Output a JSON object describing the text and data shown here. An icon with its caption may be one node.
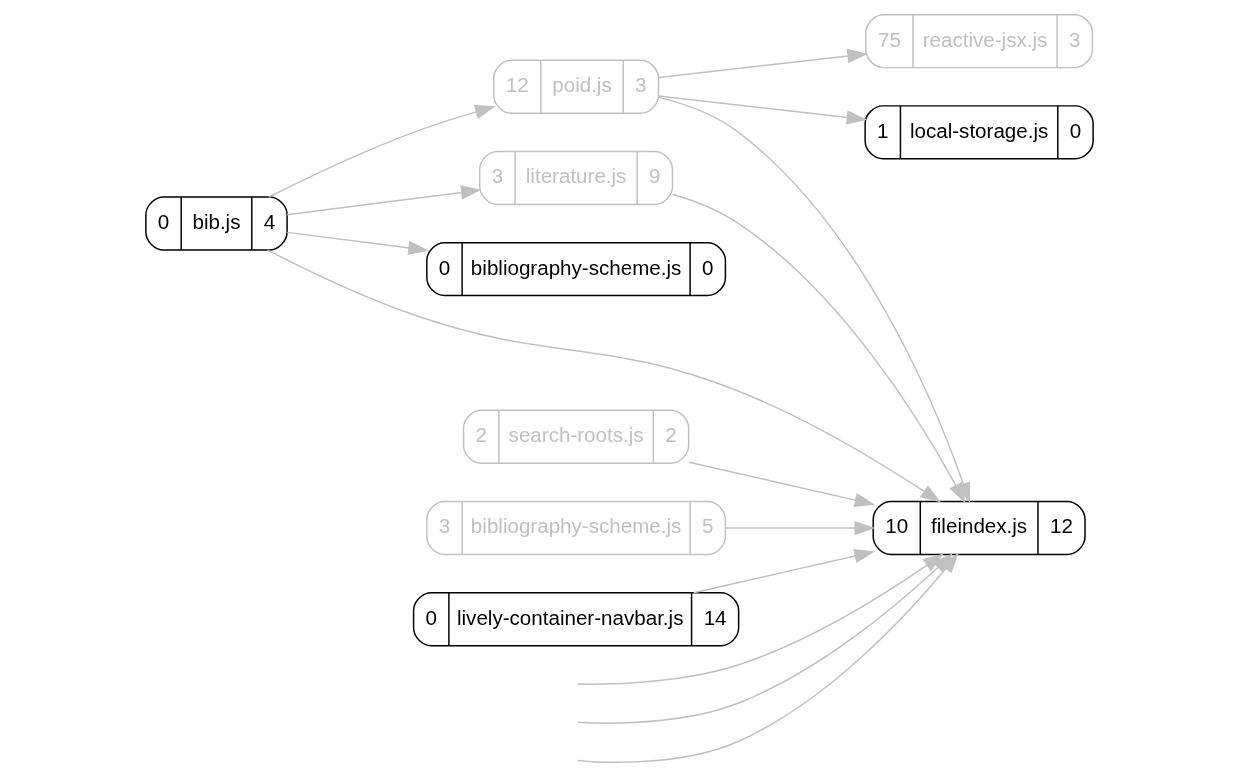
{
  "diagram": {
    "nodes": [
      {
        "text": [
          "0",
          "bib.js",
          "4"
        ]
      },
      {
        "text": [
          "12",
          "poid.js",
          "3"
        ]
      },
      {
        "text": [
          "2",
          "search-roots.js",
          "2"
        ]
      },
      {
        "text": [
          "3",
          "literature.js",
          "9"
        ]
      },
      {
        "text": [
          "0",
          "bibliography-scheme.js",
          "0"
        ]
      },
      {
        "text": [
          "3",
          "bibliography-scheme.js",
          "5"
        ]
      },
      {
        "text": [
          "0",
          "lively-container-navbar.js",
          "14"
        ]
      },
      {
        "text": [
          "75",
          "reactive-jsx.js",
          "3"
        ]
      },
      {
        "text": [
          "1",
          "local-storage.js",
          "0"
        ]
      },
      {
        "text": [
          "10",
          "fileindex.js",
          "12"
        ]
      }
    ],
    "edges": [
      {
        "from": 0,
        "to": 1,
        "arrow": "to"
      },
      {
        "from": 0,
        "to": 9,
        "arrow": "to"
      },
      {
        "from": 0,
        "to": 3,
        "arrow": "to"
      },
      {
        "from": 0,
        "to": 4,
        "arrow": "to"
      },
      {
        "from": 1,
        "to": 7,
        "arrow": "to"
      },
      {
        "from": 1,
        "to": 8,
        "arrow": "to"
      },
      {
        "from": 1,
        "to": 9,
        "arrow": "to"
      },
      {
        "from": 2,
        "to": 9,
        "arrow": "to"
      },
      {
        "from": 3,
        "to": 9,
        "arrow": "to"
      },
      {
        "from": 5,
        "to": 9,
        "arrow": "to"
      },
      {
        "from": 6,
        "to": 9,
        "arrow": "to"
      },
      {
        "from": null,
        "to": 9,
        "arrow": "to"
      },
      {
        "from": null,
        "to": 9,
        "arrow": "to"
      },
      {
        "from": null,
        "to": 9,
        "arrow": "to"
      }
    ]
  }
}
